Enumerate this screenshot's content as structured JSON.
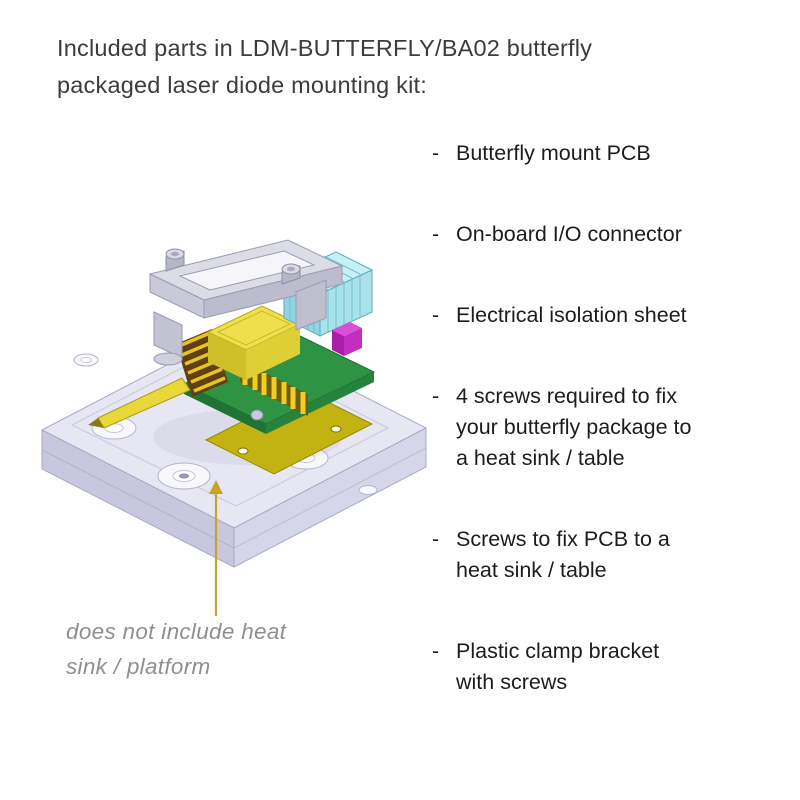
{
  "title": {
    "line1": "Included parts in LDM-BUTTERFLY/BA02  butterfly",
    "line2": "packaged laser diode mounting kit:"
  },
  "list": {
    "dash": "-",
    "items": [
      {
        "lines": [
          "Butterfly mount PCB"
        ]
      },
      {
        "lines": [
          "On-board I/O connector"
        ]
      },
      {
        "lines": [
          "Electrical isolation sheet"
        ]
      },
      {
        "lines": [
          "4 screws required to fix",
          "your butterfly package to",
          "a heat sink / table"
        ]
      },
      {
        "lines": [
          "Screws to fix PCB to a",
          "heat sink / table"
        ]
      },
      {
        "lines": [
          "Plastic clamp bracket",
          "with screws"
        ]
      }
    ]
  },
  "caption": {
    "line1": "does not include heat",
    "line2": "sink / platform"
  },
  "illustration": {
    "label": "3D render of butterfly packaged laser diode mounted on PCB and heat sink",
    "colors": {
      "heat_sink_top": "#e7e7f4",
      "heat_sink_left": "#c7c7df",
      "heat_sink_right": "#d6d6ea",
      "pcb_green": "#2e9444",
      "gold_sheet": "#c2b312",
      "package_yellow": "#eee04a",
      "connector_cyan": "#c8f0f4",
      "magenta_part": "#d94fd9",
      "clamp_gray": "#dcdce6",
      "callout_yellow": "#c9a227"
    }
  },
  "colors": {
    "background": "#ffffff",
    "title_text": "#3c3c3c",
    "list_text": "#1c1c1c",
    "caption_text": "#8f8f8f"
  }
}
